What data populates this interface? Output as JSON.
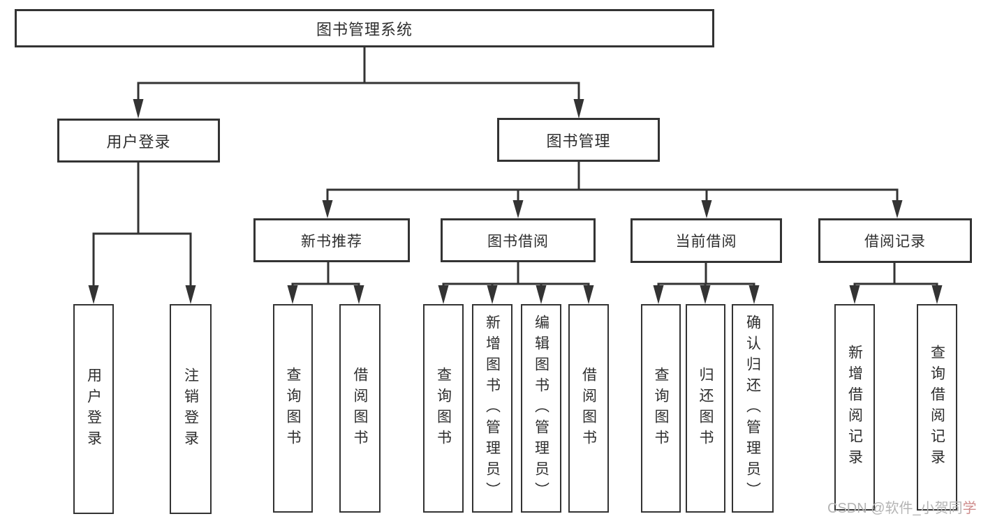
{
  "diagram": {
    "title": "图书管理系统",
    "colors": {
      "line": "#333333",
      "box_border": "#333333",
      "text": "#2e2e2e",
      "watermark_gray": "#b4b4b4",
      "watermark_red": "#cf8d8d"
    },
    "nodes": {
      "root": {
        "label": "图书管理系统"
      },
      "level2": {
        "user_login": {
          "label": "用户登录"
        },
        "book_management": {
          "label": "图书管理"
        }
      },
      "level3": {
        "new_book_recommend": {
          "label": "新书推荐"
        },
        "book_borrow": {
          "label": "图书借阅"
        },
        "current_borrow": {
          "label": "当前借阅"
        },
        "borrow_records": {
          "label": "借阅记录"
        }
      },
      "level4": {
        "user_login_leaf": {
          "label": "用户登录"
        },
        "logout": {
          "label": "注销登录"
        },
        "nb_query_books": {
          "label": "查询图书"
        },
        "nb_borrow_books": {
          "label": "借阅图书"
        },
        "bb_query_books": {
          "label": "查询图书"
        },
        "bb_add_books": {
          "label": "新增图书（管理员）"
        },
        "bb_edit_books": {
          "label": "编辑图书（管理员）"
        },
        "bb_borrow_books": {
          "label": "借阅图书"
        },
        "cb_query_books": {
          "label": "查询图书"
        },
        "cb_return_books": {
          "label": "归还图书"
        },
        "cb_confirm_return": {
          "label": "确认归还（管理员）"
        },
        "br_add_record": {
          "label": "新增借阅记录"
        },
        "br_query_record": {
          "label": "查询借阅记录"
        }
      }
    },
    "watermark": {
      "gray_part": "CSDN @软件_小贺同",
      "red_part": "学"
    }
  }
}
